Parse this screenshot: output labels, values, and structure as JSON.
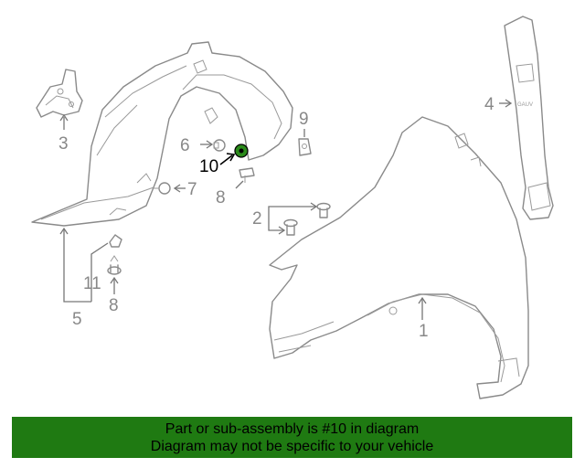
{
  "callouts": {
    "c1": "1",
    "c2": "2",
    "c3": "3",
    "c4": "4",
    "c5": "5",
    "c6": "6",
    "c7": "7",
    "c8a": "8",
    "c8b": "8",
    "c9": "9",
    "c10": "10",
    "c11": "11"
  },
  "bracket_label": "GAUV",
  "banner": {
    "line1": "Part or sub-assembly is #10 in diagram",
    "line2": "Diagram may not be specific to your vehicle"
  },
  "colors": {
    "banner_bg": "#1f7a12",
    "highlight_part": "#2a8a1a",
    "part_stroke": "#8a8a8a"
  }
}
